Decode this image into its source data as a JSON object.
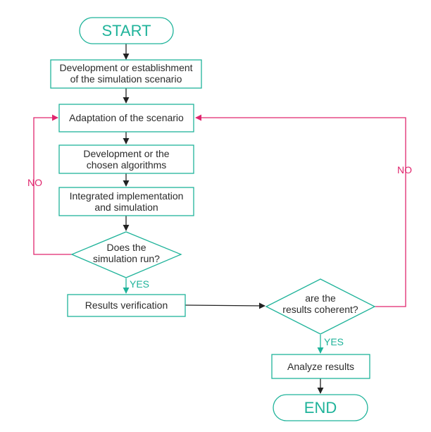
{
  "nodes": {
    "start": "START",
    "develop_scenario": [
      "Development or establishment",
      "of the simulation scenario"
    ],
    "adapt_scenario": [
      "Adaptation of the scenario"
    ],
    "develop_algorithms": [
      "Development or the",
      "chosen algorithms"
    ],
    "integrated_impl": [
      "Integrated implementation",
      "and simulation"
    ],
    "does_sim_run": [
      "Does the",
      "simulation run?"
    ],
    "results_verification": [
      "Results verification"
    ],
    "results_coherent": [
      "are the",
      "results coherent?"
    ],
    "analyze_results": [
      "Analyze results"
    ],
    "end": "END"
  },
  "edge_labels": {
    "sim_run_no": "NO",
    "sim_run_yes": "YES",
    "coherent_no": "NO",
    "coherent_yes": "YES"
  },
  "colors": {
    "accent_teal": "#1fb39a",
    "no_pink": "#e0266e",
    "arrow_dark": "#222222"
  }
}
